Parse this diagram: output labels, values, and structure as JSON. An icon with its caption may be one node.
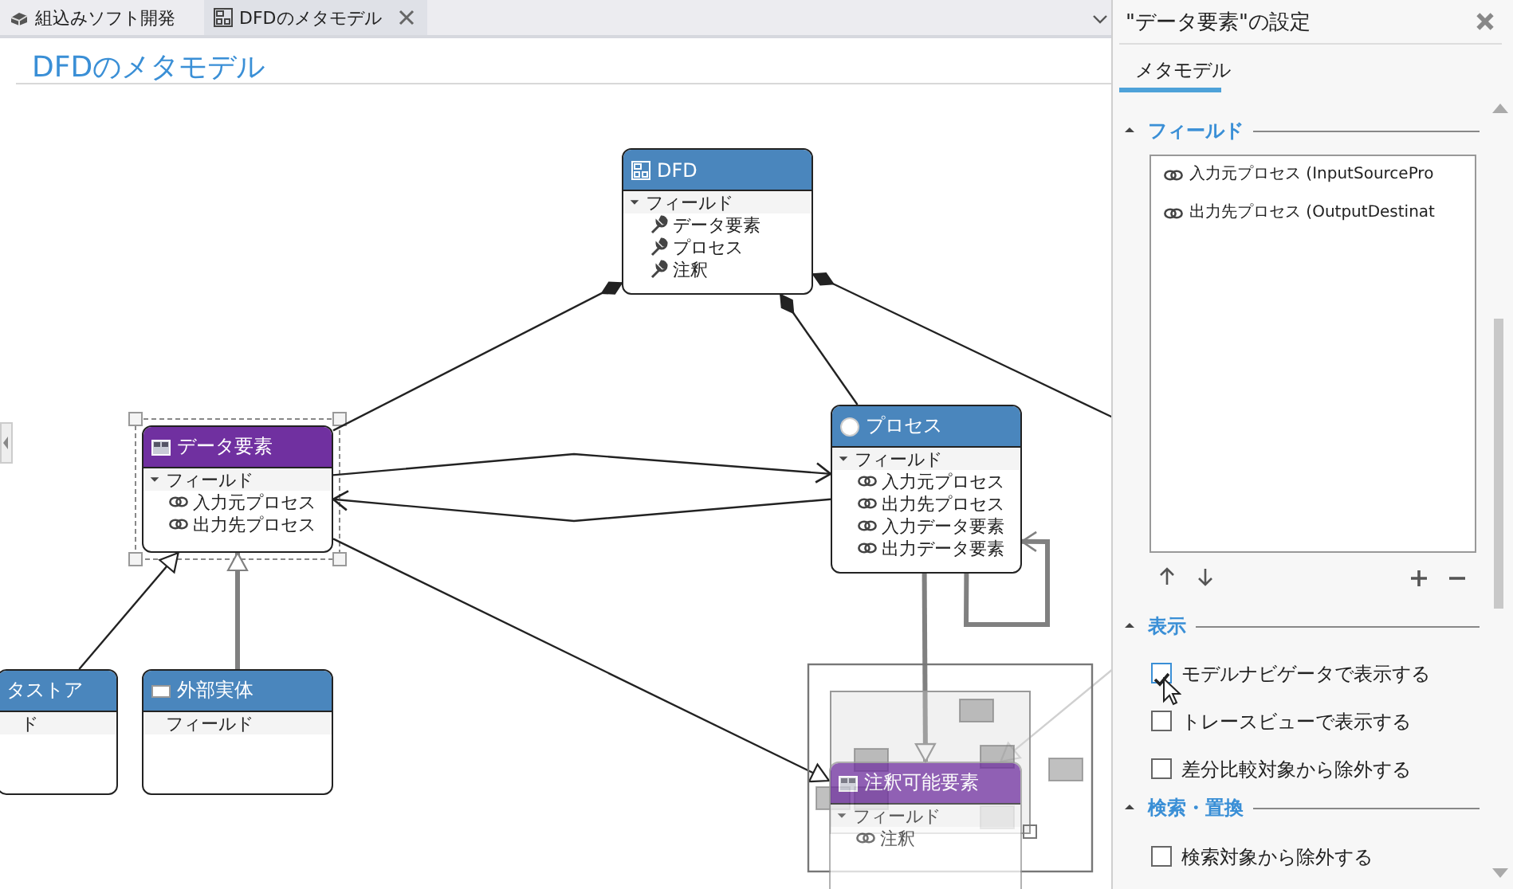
{
  "diagram": {
    "title": "DFDのメタモデル",
    "nodes": [
      {
        "text": [
          "DFD",
          "フィールド",
          "データ要素",
          "プロセス",
          "注釈"
        ]
      },
      {
        "text": [
          "データ要素",
          "フィールド",
          "入力元プロセス",
          "出力先プロセス"
        ]
      },
      {
        "text": [
          "プロセス",
          "フィールド",
          "入力元プロセス",
          "出力先プロセス",
          "入力データ要素",
          "出力データ要素"
        ]
      },
      {
        "text": [
          "タストア",
          "ド"
        ]
      },
      {
        "text": [
          "外部実体",
          "フィールド"
        ]
      },
      {
        "text": [
          "注釈可能要素",
          "フィールド",
          "注釈"
        ]
      }
    ],
    "edges": [
      {
        "from": 0,
        "to": 1,
        "arrow": "other"
      },
      {
        "from": 0,
        "to": 2,
        "arrow": "other"
      },
      {
        "from": 0,
        "to": null,
        "arrow": "other"
      },
      {
        "from": 1,
        "to": 2,
        "arrow": "to"
      },
      {
        "from": 2,
        "to": 1,
        "arrow": "to"
      },
      {
        "from": 1,
        "to": 5,
        "arrow": "to"
      },
      {
        "from": 2,
        "to": 2,
        "arrow": "to",
        "style": "thick",
        "color": "#808080"
      },
      {
        "from": 2,
        "to": 5,
        "arrow": "to",
        "style": "thick",
        "color": "#808080"
      },
      {
        "from": null,
        "to": 5,
        "arrow": "to",
        "color": "#d0d0d0"
      },
      {
        "from": 3,
        "to": 1,
        "arrow": "to"
      },
      {
        "from": 4,
        "to": 1,
        "arrow": "to",
        "style": "thick",
        "color": "#808080"
      }
    ],
    "labels": [
      "組込みソフト開発",
      "DFDのメタモデル",
      "\"データ要素\"の設定",
      "メタモデル",
      "フィールド",
      "入力元プロセス (InputSourcePro",
      "出力先プロセス (OutputDestinat",
      "表示",
      "モデルナビゲータで表示する",
      "トレースビューで表示する",
      "差分比較対象から除外する",
      "検索・置換",
      "検索対象から除外する"
    ]
  }
}
